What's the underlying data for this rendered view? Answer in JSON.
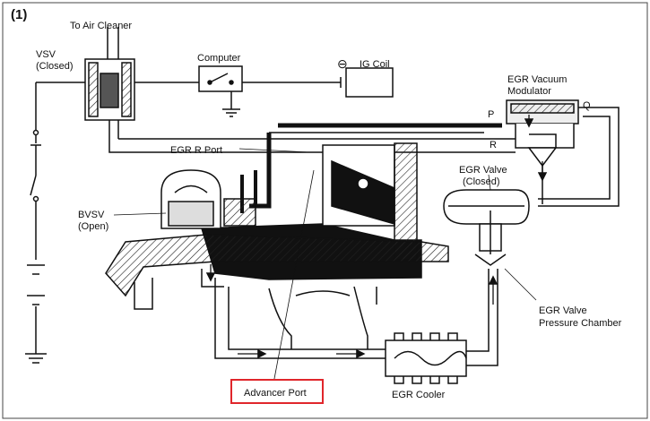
{
  "figure_number": "(1)",
  "labels": {
    "to_air_cleaner": "To Air Cleaner",
    "vsv": "VSV",
    "vsv_state": "(Closed)",
    "computer": "Computer",
    "ig_coil_symbol": "⊖",
    "ig_coil": "IG Coil",
    "egr_vacuum_modulator_1": "EGR Vacuum",
    "egr_vacuum_modulator_2": "Modulator",
    "port_p": "P",
    "port_q": "Q",
    "port_r": "R",
    "egr_r_port": "EGR R Port",
    "egr_valve": "EGR Valve",
    "egr_valve_state": "(Closed)",
    "bvsv": "BVSV",
    "bvsv_state": "(Open)",
    "egr_valve_pressure_chamber_1": "EGR Valve",
    "egr_valve_pressure_chamber_2": "Pressure Chamber",
    "advancer_port": "Advancer Port",
    "egr_cooler": "EGR Cooler"
  },
  "colors": {
    "line": "#111111",
    "highlight": "#e0262b",
    "fill_dark": "#111111",
    "background": "#ffffff"
  }
}
